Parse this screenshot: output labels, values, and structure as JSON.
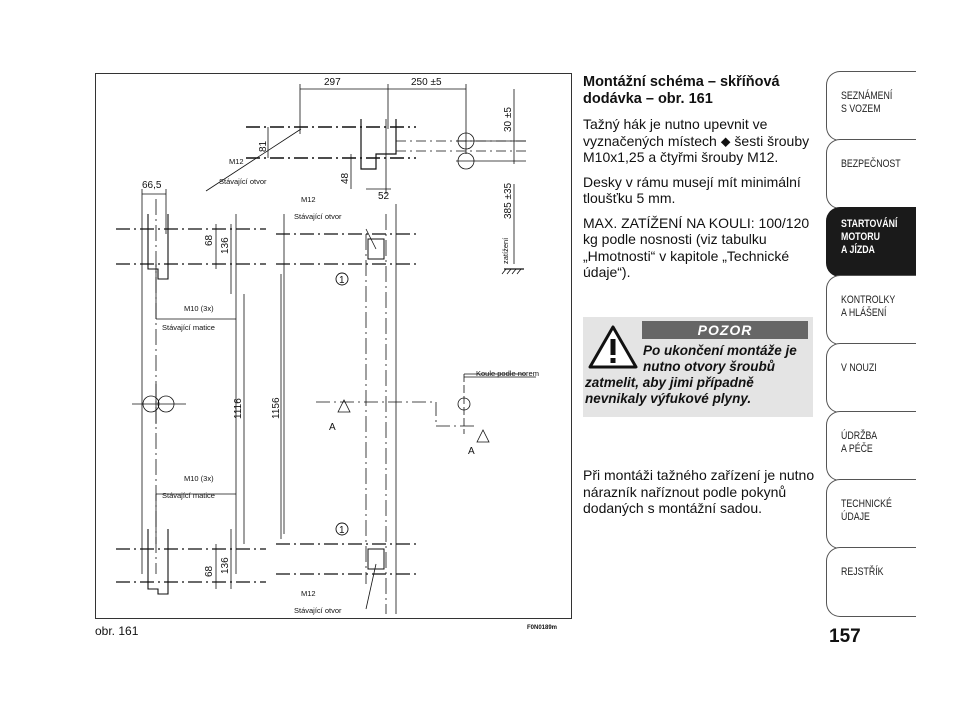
{
  "figure": {
    "caption": "obr. 161",
    "code": "F0N0189m",
    "dims": {
      "d297": "297",
      "d250": "250 ±5",
      "d30": "30 ±5",
      "d81": "81",
      "d48": "48",
      "d52": "52",
      "d66": "66,5",
      "d68a": "68",
      "d136a": "136",
      "d385": "385 ±35",
      "d1116": "1116",
      "d1156": "1156",
      "d68b": "68",
      "d136b": "136"
    },
    "labels": {
      "m12_top": "M12",
      "existing_hole_top": "Stávající otvor",
      "m12_mid": "M12",
      "existing_hole_mid": "Stávající otvor",
      "m10_top": "M10 (3x)",
      "existing_nut_top": "Stávající matice",
      "m10_bottom": "M10 (3x)",
      "existing_nut_bottom": "Stávající matice",
      "m12_bottom": "M12",
      "existing_hole_bottom": "Stávající otvor",
      "ball_label": "Koule podle norem",
      "load": "zatížení",
      "section_a1": "A",
      "section_a2": "A",
      "marker1": "1",
      "marker2": "1"
    }
  },
  "content": {
    "title": "Montážní schéma – skříňová dodávka – obr. 161",
    "p1": "Tažný hák je nutno upevnit ve vyznačených místech ⬥ šesti šrouby M10x1,25 a čtyřmi šrouby M12.",
    "p2": "Desky v rámu musejí mít minimální tloušťku 5 mm.",
    "p3": "MAX. ZATÍŽENÍ NA KOULI: 100/120 kg podle nosnosti (viz tabulku „Hmotnosti“ v kapitole „Technické údaje“)."
  },
  "warning": {
    "badge": "POZOR",
    "line1": "Po ukončení montáže je",
    "line2": "nutno otvory šroubů",
    "line3": "zatmelit, aby jimi případně",
    "line4": "nevnikaly výfukové plyny."
  },
  "note": "Při montáži tažného zařízení je nutno nárazník naříznout podle pokynů dodaných s montážní sadou.",
  "tabs": [
    {
      "label": "SEZNÁMENÍ\nS VOZEM",
      "active": false
    },
    {
      "label": "BEZPEČNOST",
      "active": false
    },
    {
      "label": "STARTOVÁNÍ\nMOTORU\nA JÍZDA",
      "active": true
    },
    {
      "label": "KONTROLKY\nA HLÁŠENÍ",
      "active": false
    },
    {
      "label": "V NOUZI",
      "active": false
    },
    {
      "label": "ÚDRŽBA\nA PÉČE",
      "active": false
    },
    {
      "label": "TECHNICKÉ\nÚDAJE",
      "active": false
    },
    {
      "label": "REJSTŘÍK",
      "active": false
    }
  ],
  "page_number": "157",
  "colors": {
    "active_tab": "#1a1a1a",
    "warning_bg": "#e4e4e4",
    "badge_bg": "#666666"
  }
}
